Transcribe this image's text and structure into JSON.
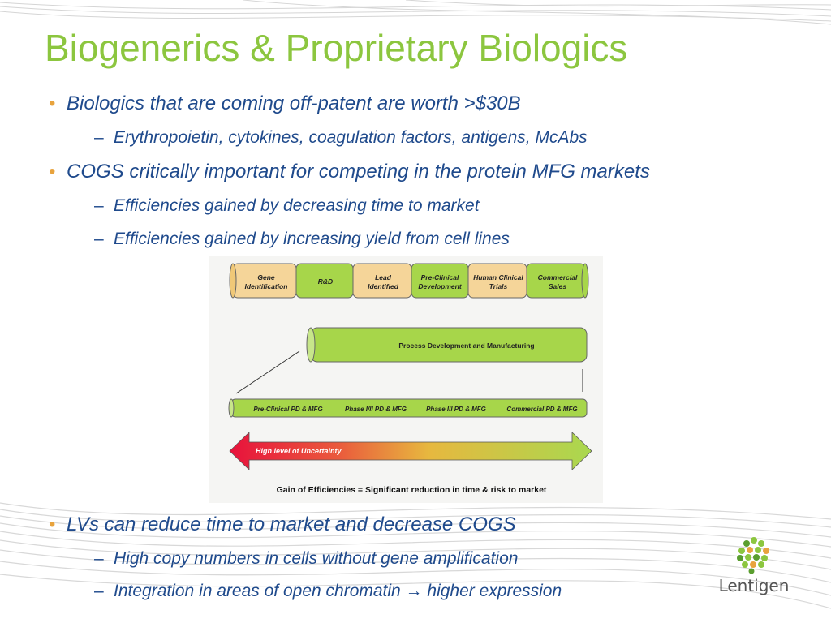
{
  "title": "Biogenerics & Proprietary Biologics",
  "bullet_glyph": "•",
  "dash_glyph": "–",
  "bullets": [
    {
      "text": "Biologics that are coming off-patent are worth >$30B",
      "subs": [
        "Erythropoietin, cytokines, coagulation factors, antigens, McAbs"
      ]
    },
    {
      "text": "COGS critically important for competing in the protein MFG markets",
      "subs": [
        "Efficiencies gained by decreasing time to market",
        "Efficiencies gained by increasing yield from cell lines"
      ]
    },
    {
      "text": "LVs can reduce time to market and decrease COGS",
      "subs": [
        "High copy numbers in cells without gene amplification",
        "Integration in areas of open chromatin → higher expression"
      ]
    }
  ],
  "diagram": {
    "stages": [
      [
        "Gene",
        "Identification"
      ],
      [
        "R&D"
      ],
      [
        "Lead",
        "Identified"
      ],
      [
        "Pre-Clinical",
        "Development"
      ],
      [
        "Human Clinical",
        "Trials"
      ],
      [
        "Commercial",
        "Sales"
      ]
    ],
    "process_label": "Process Development and Manufacturing",
    "pd_phases": [
      "Pre-Clinical PD & MFG",
      "Phase I/II PD & MFG",
      "Phase III PD & MFG",
      "Commercial PD & MFG"
    ],
    "uncertainty_label": "High level of Uncertainty",
    "caption": "Gain of Efficiencies = Significant reduction in time & risk to market",
    "colors": {
      "tan": "#f5d599",
      "green": "#a7d64a",
      "arrow_red": "#e8123c",
      "arrow_green": "#a9d84f"
    }
  },
  "logo": {
    "name": "Lentigen",
    "text": "Lentigen",
    "colors": [
      "#8cc63f",
      "#e8a33d",
      "#5a9e2f"
    ]
  }
}
